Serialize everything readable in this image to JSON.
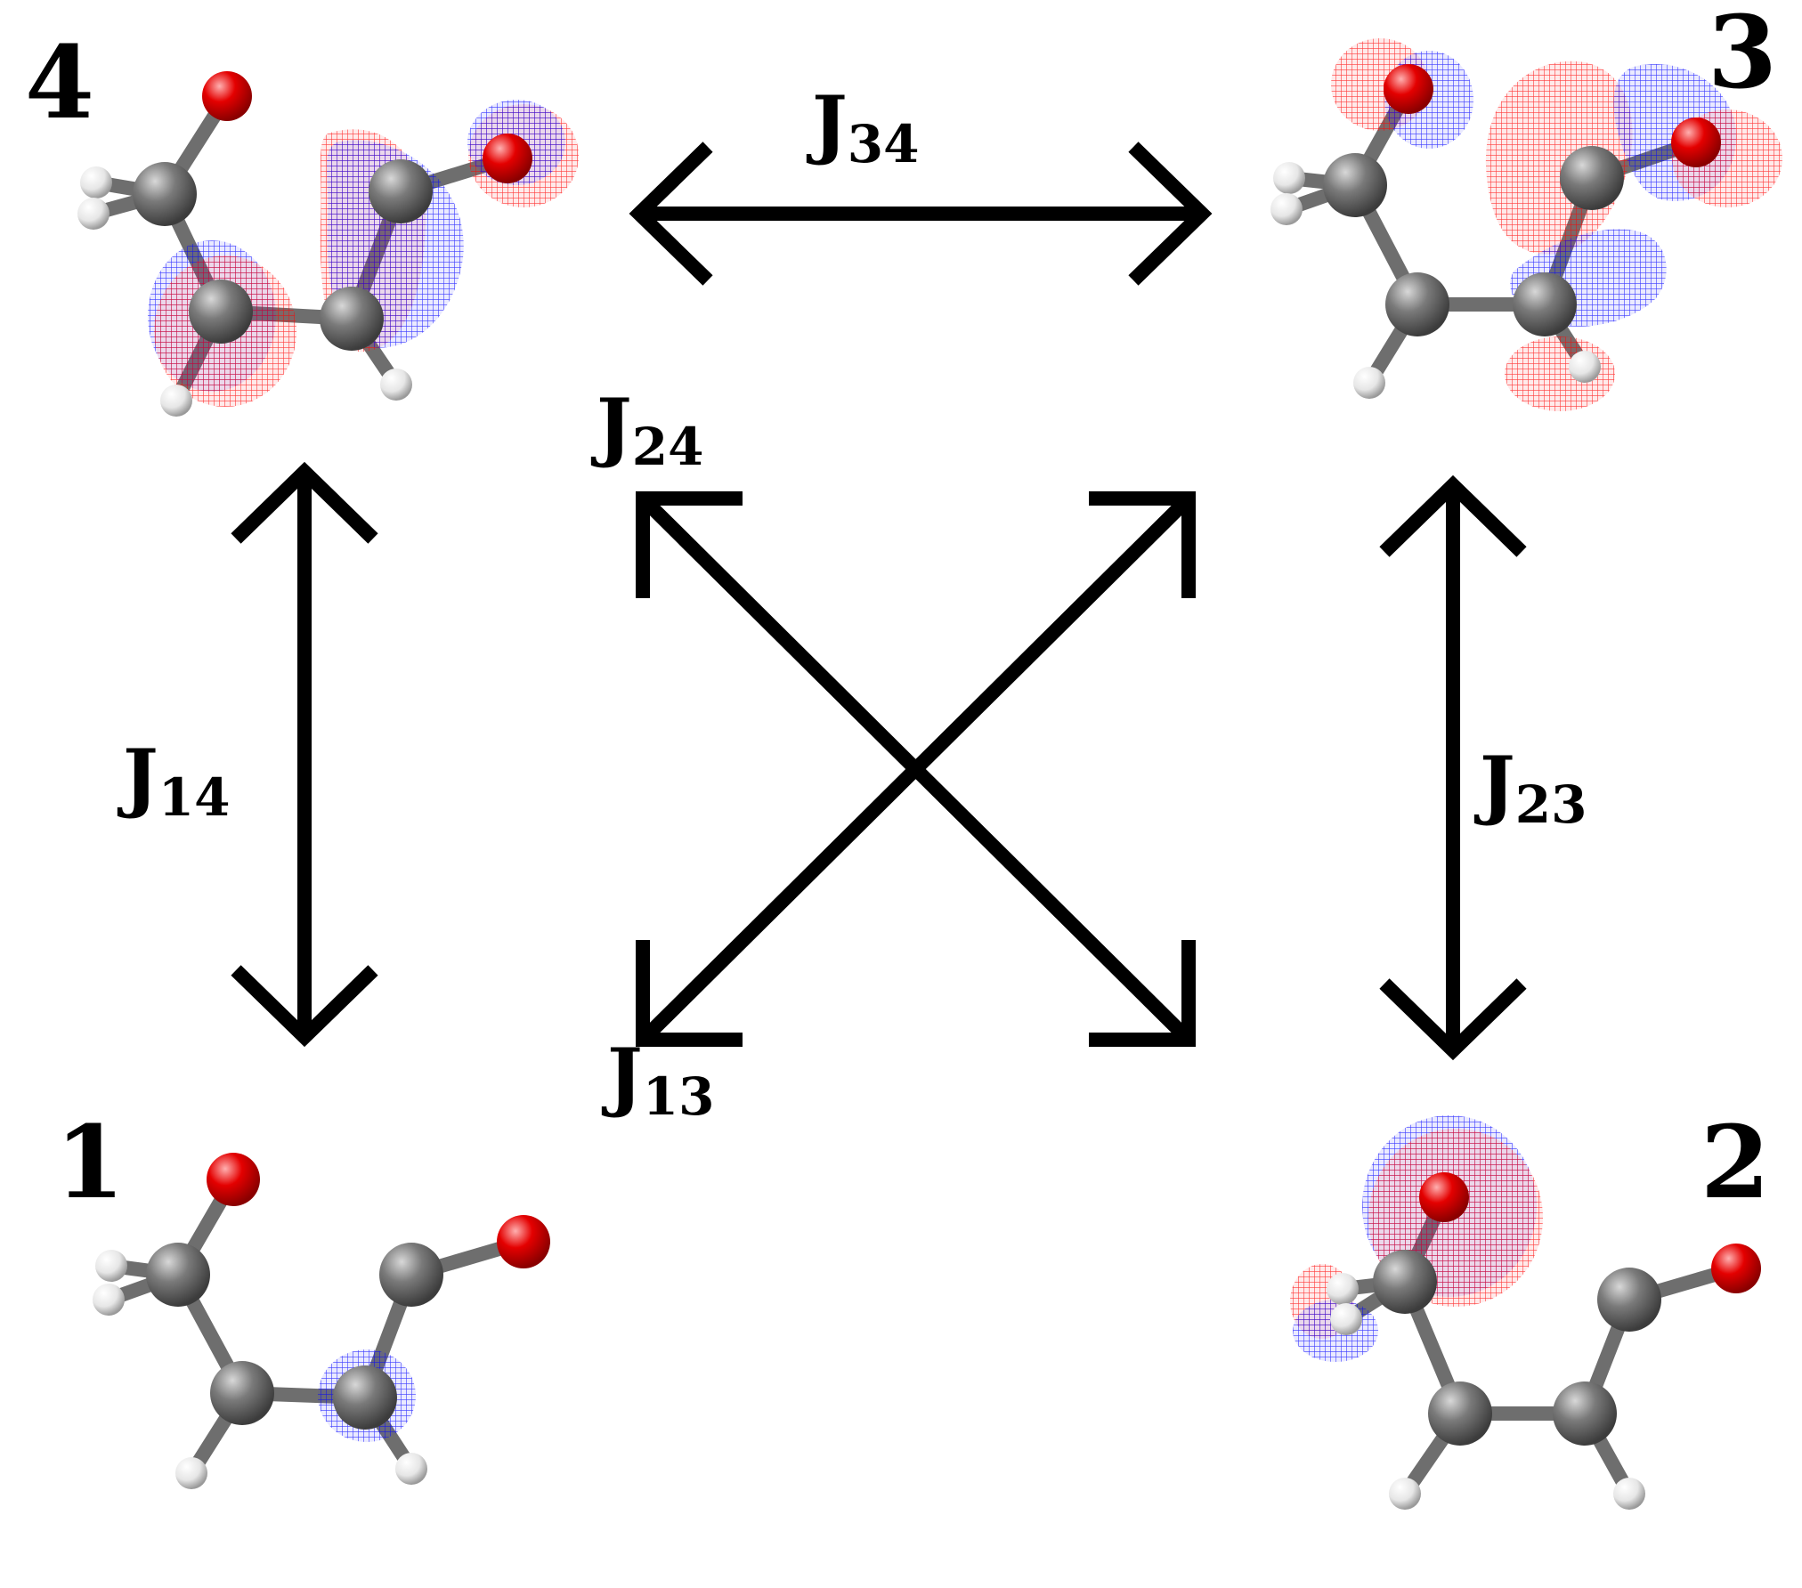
{
  "colors": {
    "carbon": "#6e6e6e",
    "oxygen": "#e00000",
    "hydrogen": "#f2f2f2",
    "nitrogen": "#2a3fd0",
    "orbital_positive": "#ff1a1a",
    "orbital_negative": "#1a1aff",
    "arrow": "#000000"
  },
  "states": [
    {
      "id": "1",
      "label": "1"
    },
    {
      "id": "2",
      "label": "2"
    },
    {
      "id": "3",
      "label": "3"
    },
    {
      "id": "4",
      "label": "4"
    }
  ],
  "couplings": {
    "j34": {
      "main": "J",
      "sub": "34"
    },
    "j14": {
      "main": "J",
      "sub": "14"
    },
    "j23": {
      "main": "J",
      "sub": "23"
    },
    "j24": {
      "main": "J",
      "sub": "24"
    },
    "j13": {
      "main": "J",
      "sub": "13"
    }
  }
}
